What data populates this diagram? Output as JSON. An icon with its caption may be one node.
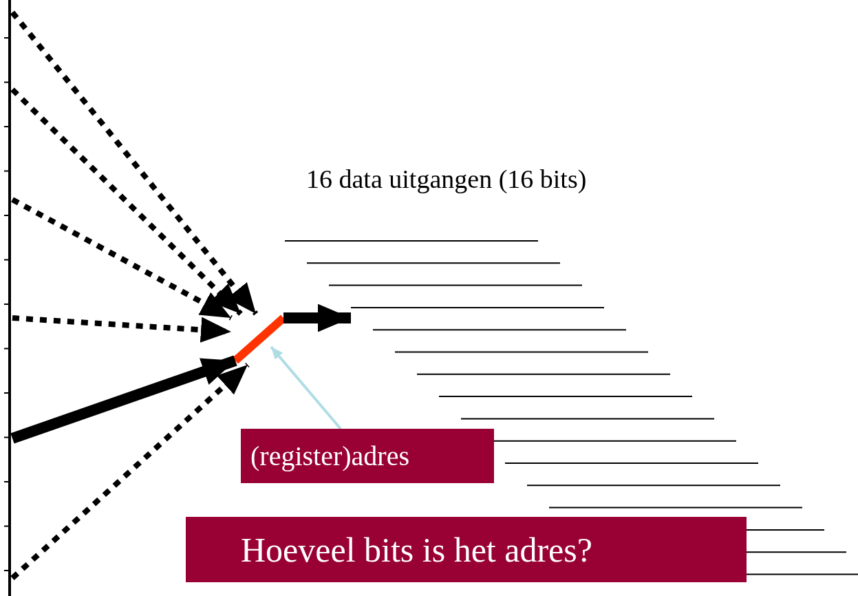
{
  "diagram": {
    "nodes": [
      {
        "text": [],
        "shape": "bar"
      },
      {
        "text": [],
        "shape": "bar"
      },
      {
        "text": [],
        "shape": "lines"
      },
      {
        "text": [
          "(register)adres"
        ]
      },
      {
        "text": [
          "Hoeveel bits is het adres?"
        ]
      }
    ],
    "edges": [
      {
        "from": 0,
        "to": 1,
        "arrow": "to",
        "style": "dashed"
      },
      {
        "from": 0,
        "to": 1,
        "arrow": "to",
        "style": "dashed"
      },
      {
        "from": 0,
        "to": 1,
        "arrow": "to",
        "style": "dashed"
      },
      {
        "from": 0,
        "to": 1,
        "arrow": "to",
        "style": "dashed"
      },
      {
        "from": 0,
        "to": 1,
        "arrow": "to",
        "style": "thick"
      },
      {
        "from": 0,
        "to": 1,
        "arrow": "to",
        "style": "dashed"
      },
      {
        "from": 1,
        "to": 2,
        "arrow": "to",
        "style": "thick"
      },
      {
        "from": 3,
        "to": 1,
        "arrow": "to",
        "color": "#b0dde4"
      }
    ],
    "labels": [
      "16 data uitgangen (16 bits)"
    ]
  }
}
